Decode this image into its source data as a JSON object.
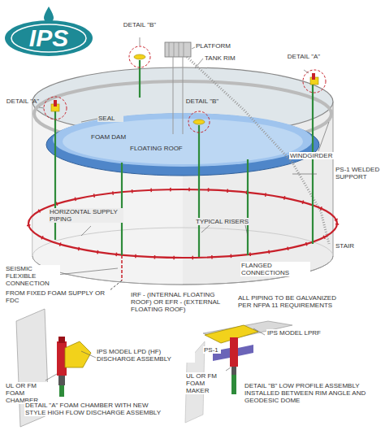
{
  "diagram": {
    "labels": [
      "IPS",
      "DETAIL \"B\"",
      "PLATFORM",
      "TANK RIM",
      "DETAIL \"A\"",
      "DETAIL \"A\"",
      "SEAL",
      "DETAIL \"B\"",
      "FOAM DAM",
      "FLOATING ROOF",
      "WINDGIRDER",
      "PS-1 WELDED SUPPORT",
      "HORIZONTAL SUPPLY PIPING",
      "TYPICAL RISERS",
      "STAIR",
      "FLANGED CONNECTIONS",
      "SEISMIC FLEXIBLE CONNECTION",
      "FROM FIXED FOAM SUPPLY OR FDC",
      "IRF - (INTERNAL FLOATING ROOF) OR EFR - (EXTERNAL FLOATING ROOF)",
      "ALL PIPING TO BE GALVANIZED PER NFPA 11 REQUIREMENTS",
      "IPS MODEL LPD (HF) DISCHARGE ASSEMBLY",
      "UL OR FM FOAM CHAMBER",
      "DETAIL \"A\" FOAM CHAMBER WITH NEW STYLE HIGH FLOW DISCHARGE ASSEMBLY",
      "IPS MODEL LPRF",
      "PS-1",
      "UL OR FM FOAM MAKER",
      "DETAIL \"B\" LOW PROFILE ASSEMBLY INSTALLED BETWEEN RIM ANGLE AND GEODESIC DOME"
    ]
  }
}
